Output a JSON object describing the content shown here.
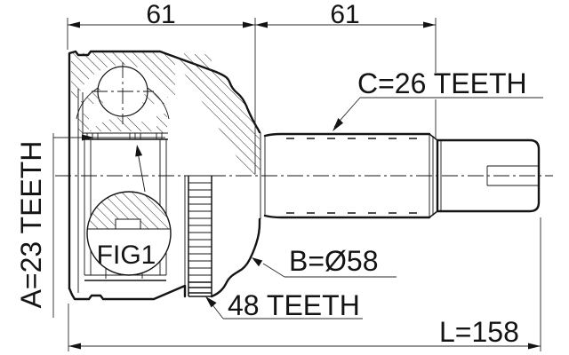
{
  "labels": {
    "dim_top_left": "61",
    "dim_top_right": "61",
    "inner_spline": "A=23 TEETH",
    "shaft_spline": "C=26 TEETH",
    "body_diameter": "B=Ø58",
    "abs_ring_teeth": "48 TEETH",
    "overall_length": "L=158",
    "figure_ref": "FIG1"
  },
  "colors": {
    "line": "#141414",
    "background": "#ffffff"
  }
}
